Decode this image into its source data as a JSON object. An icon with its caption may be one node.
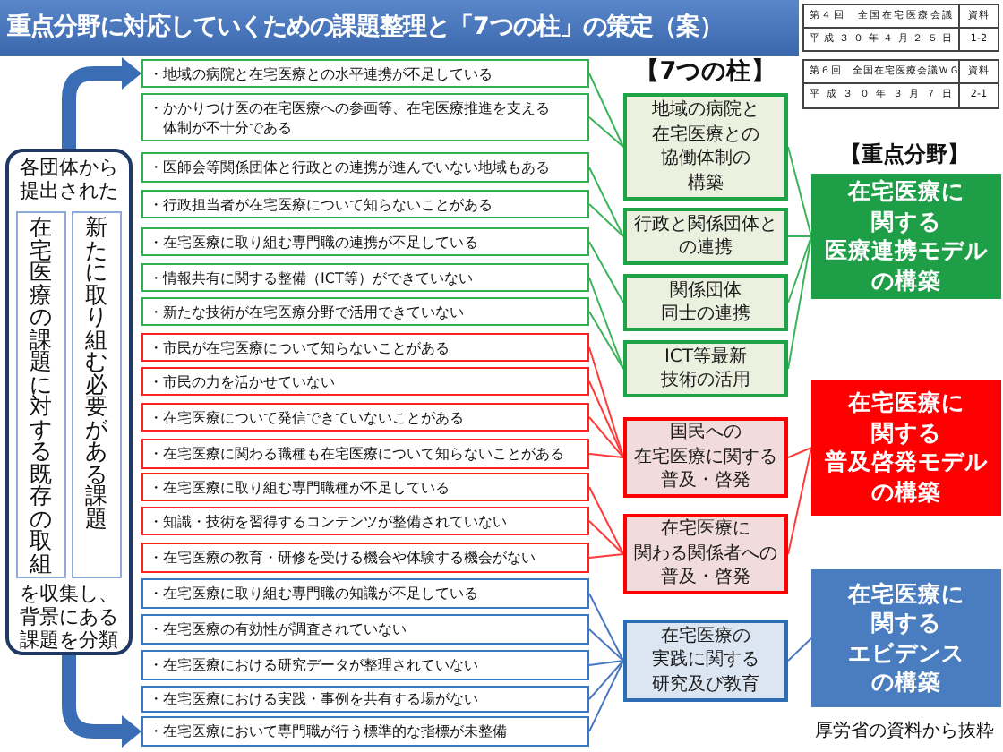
{
  "diagram": {
    "title": "重点分野に対応していくための課題整理と「7つの柱」の策定（案）",
    "nodes": [
      {
        "text": [
          "各団体から提出された",
          "を収集し、背景にある課題を分類"
        ]
      },
      {
        "text": [
          "在宅医療の課題に対する既存の取組"
        ],
        "in": 0
      },
      {
        "text": [
          "新たに取り組む必要がある課題"
        ],
        "in": 0
      },
      {
        "text": [
          "・地域の病院と在宅医療との水平連携が不足している"
        ]
      },
      {
        "text": [
          "・かかりつけ医の在宅医療への参画等、在宅医療推進を支える体制が不十分である"
        ]
      },
      {
        "text": [
          "・医師会等関係団体と行政との連携が進んでいない地域もある"
        ]
      },
      {
        "text": [
          "・行政担当者が在宅医療について知らないことがある"
        ]
      },
      {
        "text": [
          "・在宅医療に取り組む専門職の連携が不足している"
        ]
      },
      {
        "text": [
          "・情報共有に関する整備（ICT等）ができていない"
        ]
      },
      {
        "text": [
          "・新たな技術が在宅医療分野で活用できていない"
        ]
      },
      {
        "text": [
          "・市民が在宅医療について知らないことがある"
        ]
      },
      {
        "text": [
          "・市民の力を活かせていない"
        ]
      },
      {
        "text": [
          "・在宅医療について発信できていないことがある"
        ]
      },
      {
        "text": [
          "・在宅医療に関わる職種も在宅医療について知らないことがある"
        ]
      },
      {
        "text": [
          "・在宅医療に取り組む専門職種が不足している"
        ]
      },
      {
        "text": [
          "・知識・技術を習得するコンテンツが整備されていない"
        ]
      },
      {
        "text": [
          "・在宅医療の教育・研修を受ける機会や体験する機会がない"
        ]
      },
      {
        "text": [
          "・在宅医療に取り組む専門職の知識が不足している"
        ]
      },
      {
        "text": [
          "・在宅医療の有効性が調査されていない"
        ]
      },
      {
        "text": [
          "・在宅医療における研究データが整理されていない"
        ]
      },
      {
        "text": [
          "・在宅医療における実践・事例を共有する場がない"
        ]
      },
      {
        "text": [
          "・在宅医療において専門職が行う標準的な指標が未整備"
        ]
      },
      {
        "text": [
          "地域の病院と在宅医療との協働体制の構築"
        ]
      },
      {
        "text": [
          "行政と関係団体との連携"
        ]
      },
      {
        "text": [
          "関係団体同士の連携"
        ]
      },
      {
        "text": [
          "ICT等最新技術の活用"
        ]
      },
      {
        "text": [
          "国民への在宅医療に関する普及・啓発"
        ]
      },
      {
        "text": [
          "在宅医療に関わる関係者への普及・啓発"
        ]
      },
      {
        "text": [
          "在宅医療の実践に関する研究及び教育"
        ]
      },
      {
        "text": [
          "在宅医療に関する医療連携モデルの構築"
        ]
      },
      {
        "text": [
          "在宅医療に関する普及啓発モデルの構築"
        ]
      },
      {
        "text": [
          "在宅医療に関するエビデンスの構築"
        ]
      }
    ],
    "edges": [
      {
        "from": 0,
        "to": 3,
        "arrow": "to",
        "style": "thick",
        "color": "#3b6db4"
      },
      {
        "from": 0,
        "to": 21,
        "arrow": "to",
        "style": "thick",
        "color": "#3b6db4"
      },
      {
        "from": 3,
        "to": 22,
        "arrow": "none",
        "color": "#3cb35a"
      },
      {
        "from": 4,
        "to": 22,
        "arrow": "none",
        "color": "#3cb35a"
      },
      {
        "from": 5,
        "to": 23,
        "arrow": "none",
        "color": "#3cb35a"
      },
      {
        "from": 6,
        "to": 23,
        "arrow": "none",
        "color": "#3cb35a"
      },
      {
        "from": 7,
        "to": 24,
        "arrow": "none",
        "color": "#3cb35a"
      },
      {
        "from": 8,
        "to": 25,
        "arrow": "none",
        "color": "#3cb35a"
      },
      {
        "from": 9,
        "to": 25,
        "arrow": "none",
        "color": "#3cb35a"
      },
      {
        "from": 10,
        "to": 26,
        "arrow": "none",
        "color": "#ff3b3b"
      },
      {
        "from": 11,
        "to": 26,
        "arrow": "none",
        "color": "#ff3b3b"
      },
      {
        "from": 12,
        "to": 26,
        "arrow": "none",
        "color": "#ff3b3b"
      },
      {
        "from": 13,
        "to": 26,
        "arrow": "none",
        "color": "#ff3b3b"
      },
      {
        "from": 14,
        "to": 27,
        "arrow": "none",
        "color": "#ff3b3b"
      },
      {
        "from": 15,
        "to": 27,
        "arrow": "none",
        "color": "#ff3b3b"
      },
      {
        "from": 16,
        "to": 27,
        "arrow": "none",
        "color": "#ff3b3b"
      },
      {
        "from": 17,
        "to": 28,
        "arrow": "none",
        "color": "#4a78c0"
      },
      {
        "from": 18,
        "to": 28,
        "arrow": "none",
        "color": "#4a78c0"
      },
      {
        "from": 19,
        "to": 28,
        "arrow": "none",
        "color": "#4a78c0"
      },
      {
        "from": 20,
        "to": 28,
        "arrow": "none",
        "color": "#4a78c0"
      },
      {
        "from": 21,
        "to": 28,
        "arrow": "none",
        "color": "#4a78c0"
      },
      {
        "from": 22,
        "to": 29,
        "arrow": "none",
        "color": "#3cb35a"
      },
      {
        "from": 23,
        "to": 29,
        "arrow": "none",
        "color": "#3cb35a"
      },
      {
        "from": 24,
        "to": 29,
        "arrow": "none",
        "color": "#3cb35a"
      },
      {
        "from": 25,
        "to": 29,
        "arrow": "none",
        "color": "#3cb35a"
      },
      {
        "from": 26,
        "to": 30,
        "arrow": "none",
        "color": "#ff3b3b"
      },
      {
        "from": 27,
        "to": 30,
        "arrow": "none",
        "color": "#ff3b3b"
      },
      {
        "from": 28,
        "to": 31,
        "arrow": "none",
        "color": "#4a78c0"
      }
    ],
    "labels": [
      "第４回　全国在宅医療会議",
      "資料",
      "平成３０年４月２５日",
      "1-2",
      "第６回　全国在宅医療会議ＷＧ",
      "資料",
      "平成３０年３月７日",
      "2-1",
      "【7つの柱】",
      "【重点分野】",
      "厚労省の資料から抜粋"
    ]
  }
}
